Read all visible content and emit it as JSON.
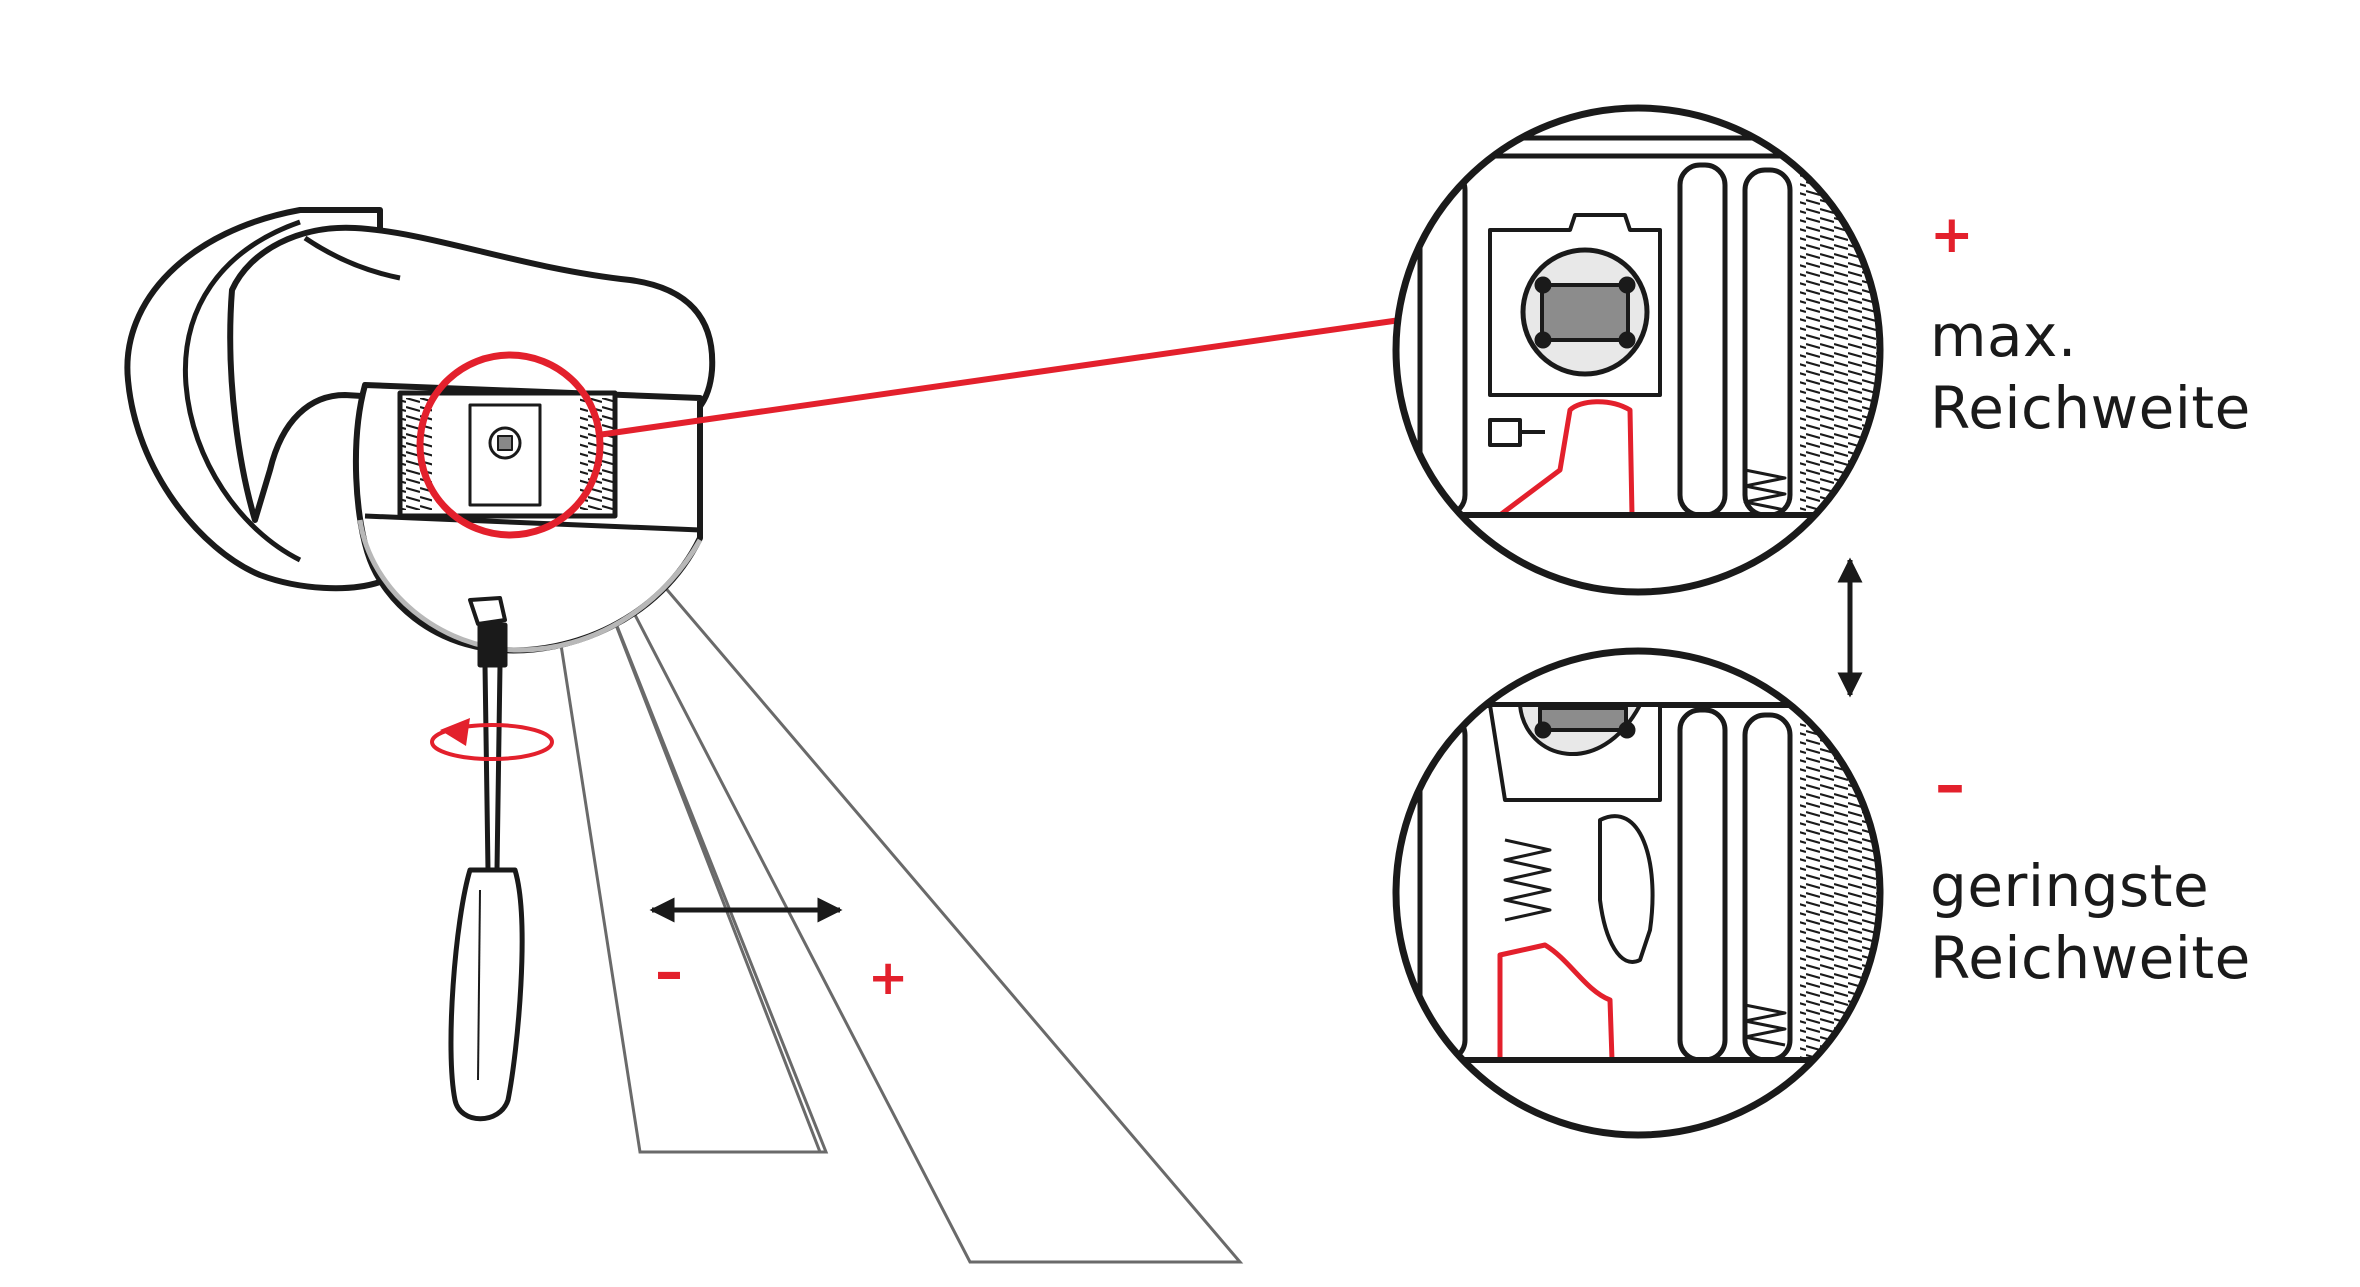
{
  "colors": {
    "accent": "#e3202c",
    "ink": "#1a1a1a",
    "grey": "#b0b0b0"
  },
  "labels": {
    "max_sign": "+",
    "max_line1": "max.",
    "max_line2": "Reichweite",
    "min_sign": "–",
    "min_line1": "geringste",
    "min_line2": "Reichweite",
    "beam_minus": "–",
    "beam_plus": "+"
  }
}
